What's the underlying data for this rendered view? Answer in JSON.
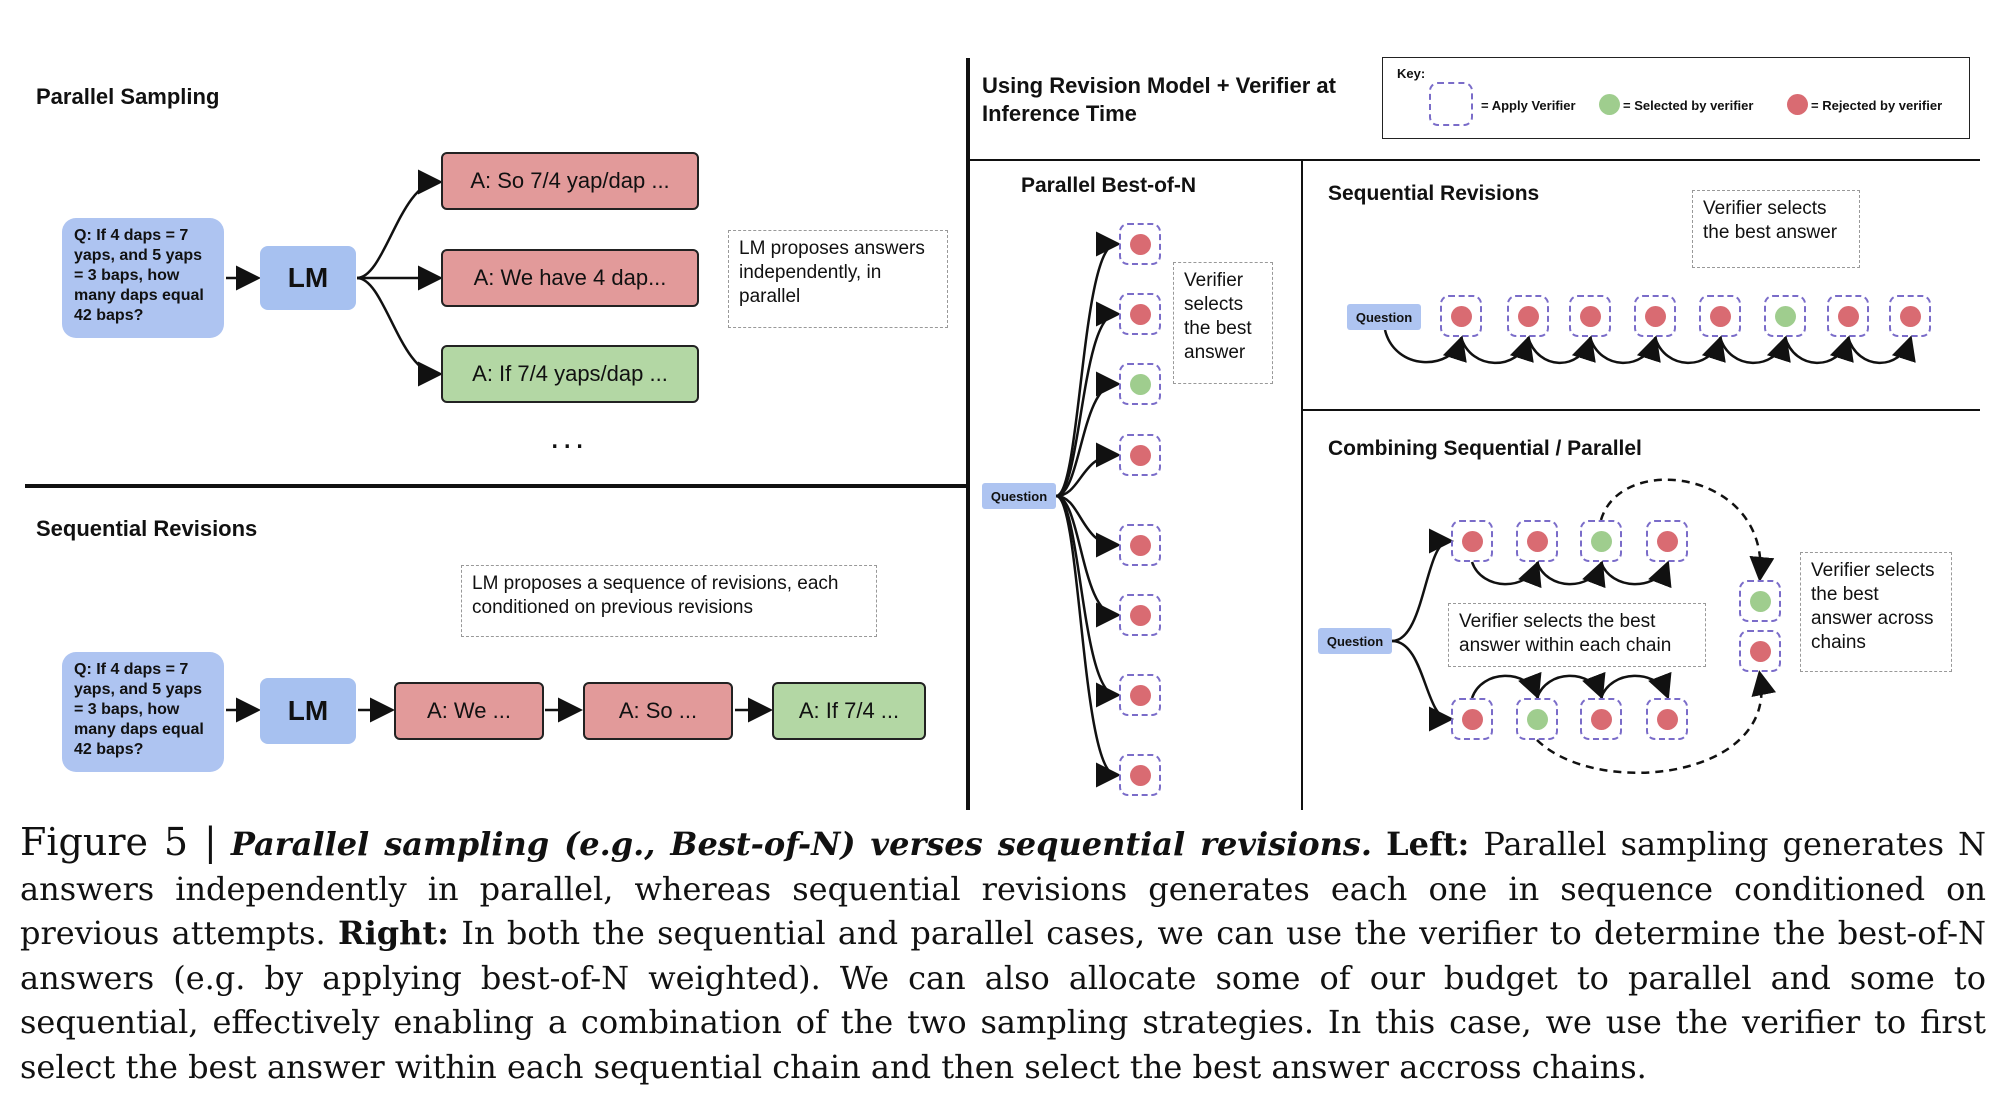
{
  "left": {
    "parallel_title": "Parallel Sampling",
    "sequential_title": "Sequential Revisions",
    "question": "Q:  If 4 daps = 7 yaps, and 5 yaps = 3 baps, how many daps equal 42 baps?",
    "lm": "LM",
    "parallel_answers": [
      "A: So 7/4 yap/dap ...",
      "A: We have 4 dap...",
      "A: If 7/4 yaps/dap ..."
    ],
    "parallel_answer_colors": [
      "#e29a9a",
      "#e29a9a",
      "#b3d7a4"
    ],
    "ellipsis": "...",
    "parallel_note": "LM proposes answers independently, in parallel",
    "sequential_note": "LM proposes a sequence of revisions, each conditioned on previous revisions",
    "sequential_answers": [
      "A: We ...",
      "A: So ...",
      "A: If 7/4 ..."
    ]
  },
  "right": {
    "header": "Using Revision Model + Verifier at Inference Time",
    "key": {
      "label": "Key:",
      "apply": "= Apply Verifier",
      "selected": "= Selected by verifier",
      "rejected": "= Rejected by verifier",
      "selected_color": "#9fcd8e",
      "rejected_color": "#d96b72"
    },
    "best_of_n": {
      "title": "Parallel Best-of-N",
      "question": "Question",
      "note": "Verifier selects the best answer",
      "nodes": [
        "rejected",
        "rejected",
        "selected",
        "rejected",
        "rejected",
        "rejected",
        "rejected",
        "rejected"
      ]
    },
    "sequential": {
      "title": "Sequential Revisions",
      "question": "Question",
      "note": "Verifier selects the best answer",
      "nodes": [
        "rejected",
        "rejected",
        "rejected",
        "rejected",
        "rejected",
        "selected",
        "rejected",
        "rejected"
      ]
    },
    "combined": {
      "title": "Combining Sequential / Parallel",
      "question": "Question",
      "chain_note": "Verifier selects the best answer within each chain",
      "final_note": "Verifier selects the best answer across chains",
      "chain1": [
        "rejected",
        "rejected",
        "selected",
        "rejected"
      ],
      "chain2": [
        "rejected",
        "selected",
        "rejected",
        "rejected"
      ],
      "final": [
        "selected",
        "rejected"
      ]
    }
  },
  "caption": {
    "figure": "Figure 5 |",
    "title": "Parallel sampling (e.g., Best-of-N) verses sequential revisions.",
    "left_label": "Left:",
    "left_text": "Parallel sampling generates N answers independently in parallel, whereas sequential revisions generates each one in sequence conditioned on previous attempts.",
    "right_label": "Right:",
    "right_text": "In both the sequential and parallel cases, we can use the verifier to determine the best-of-N answers (e.g. by applying best-of-N weighted). We can also allocate some of our budget to parallel and some to sequential, effectively enabling a combination of the two sampling strategies. In this case, we use the verifier to first select the best answer within each sequential chain and then select the best answer accross chains."
  }
}
